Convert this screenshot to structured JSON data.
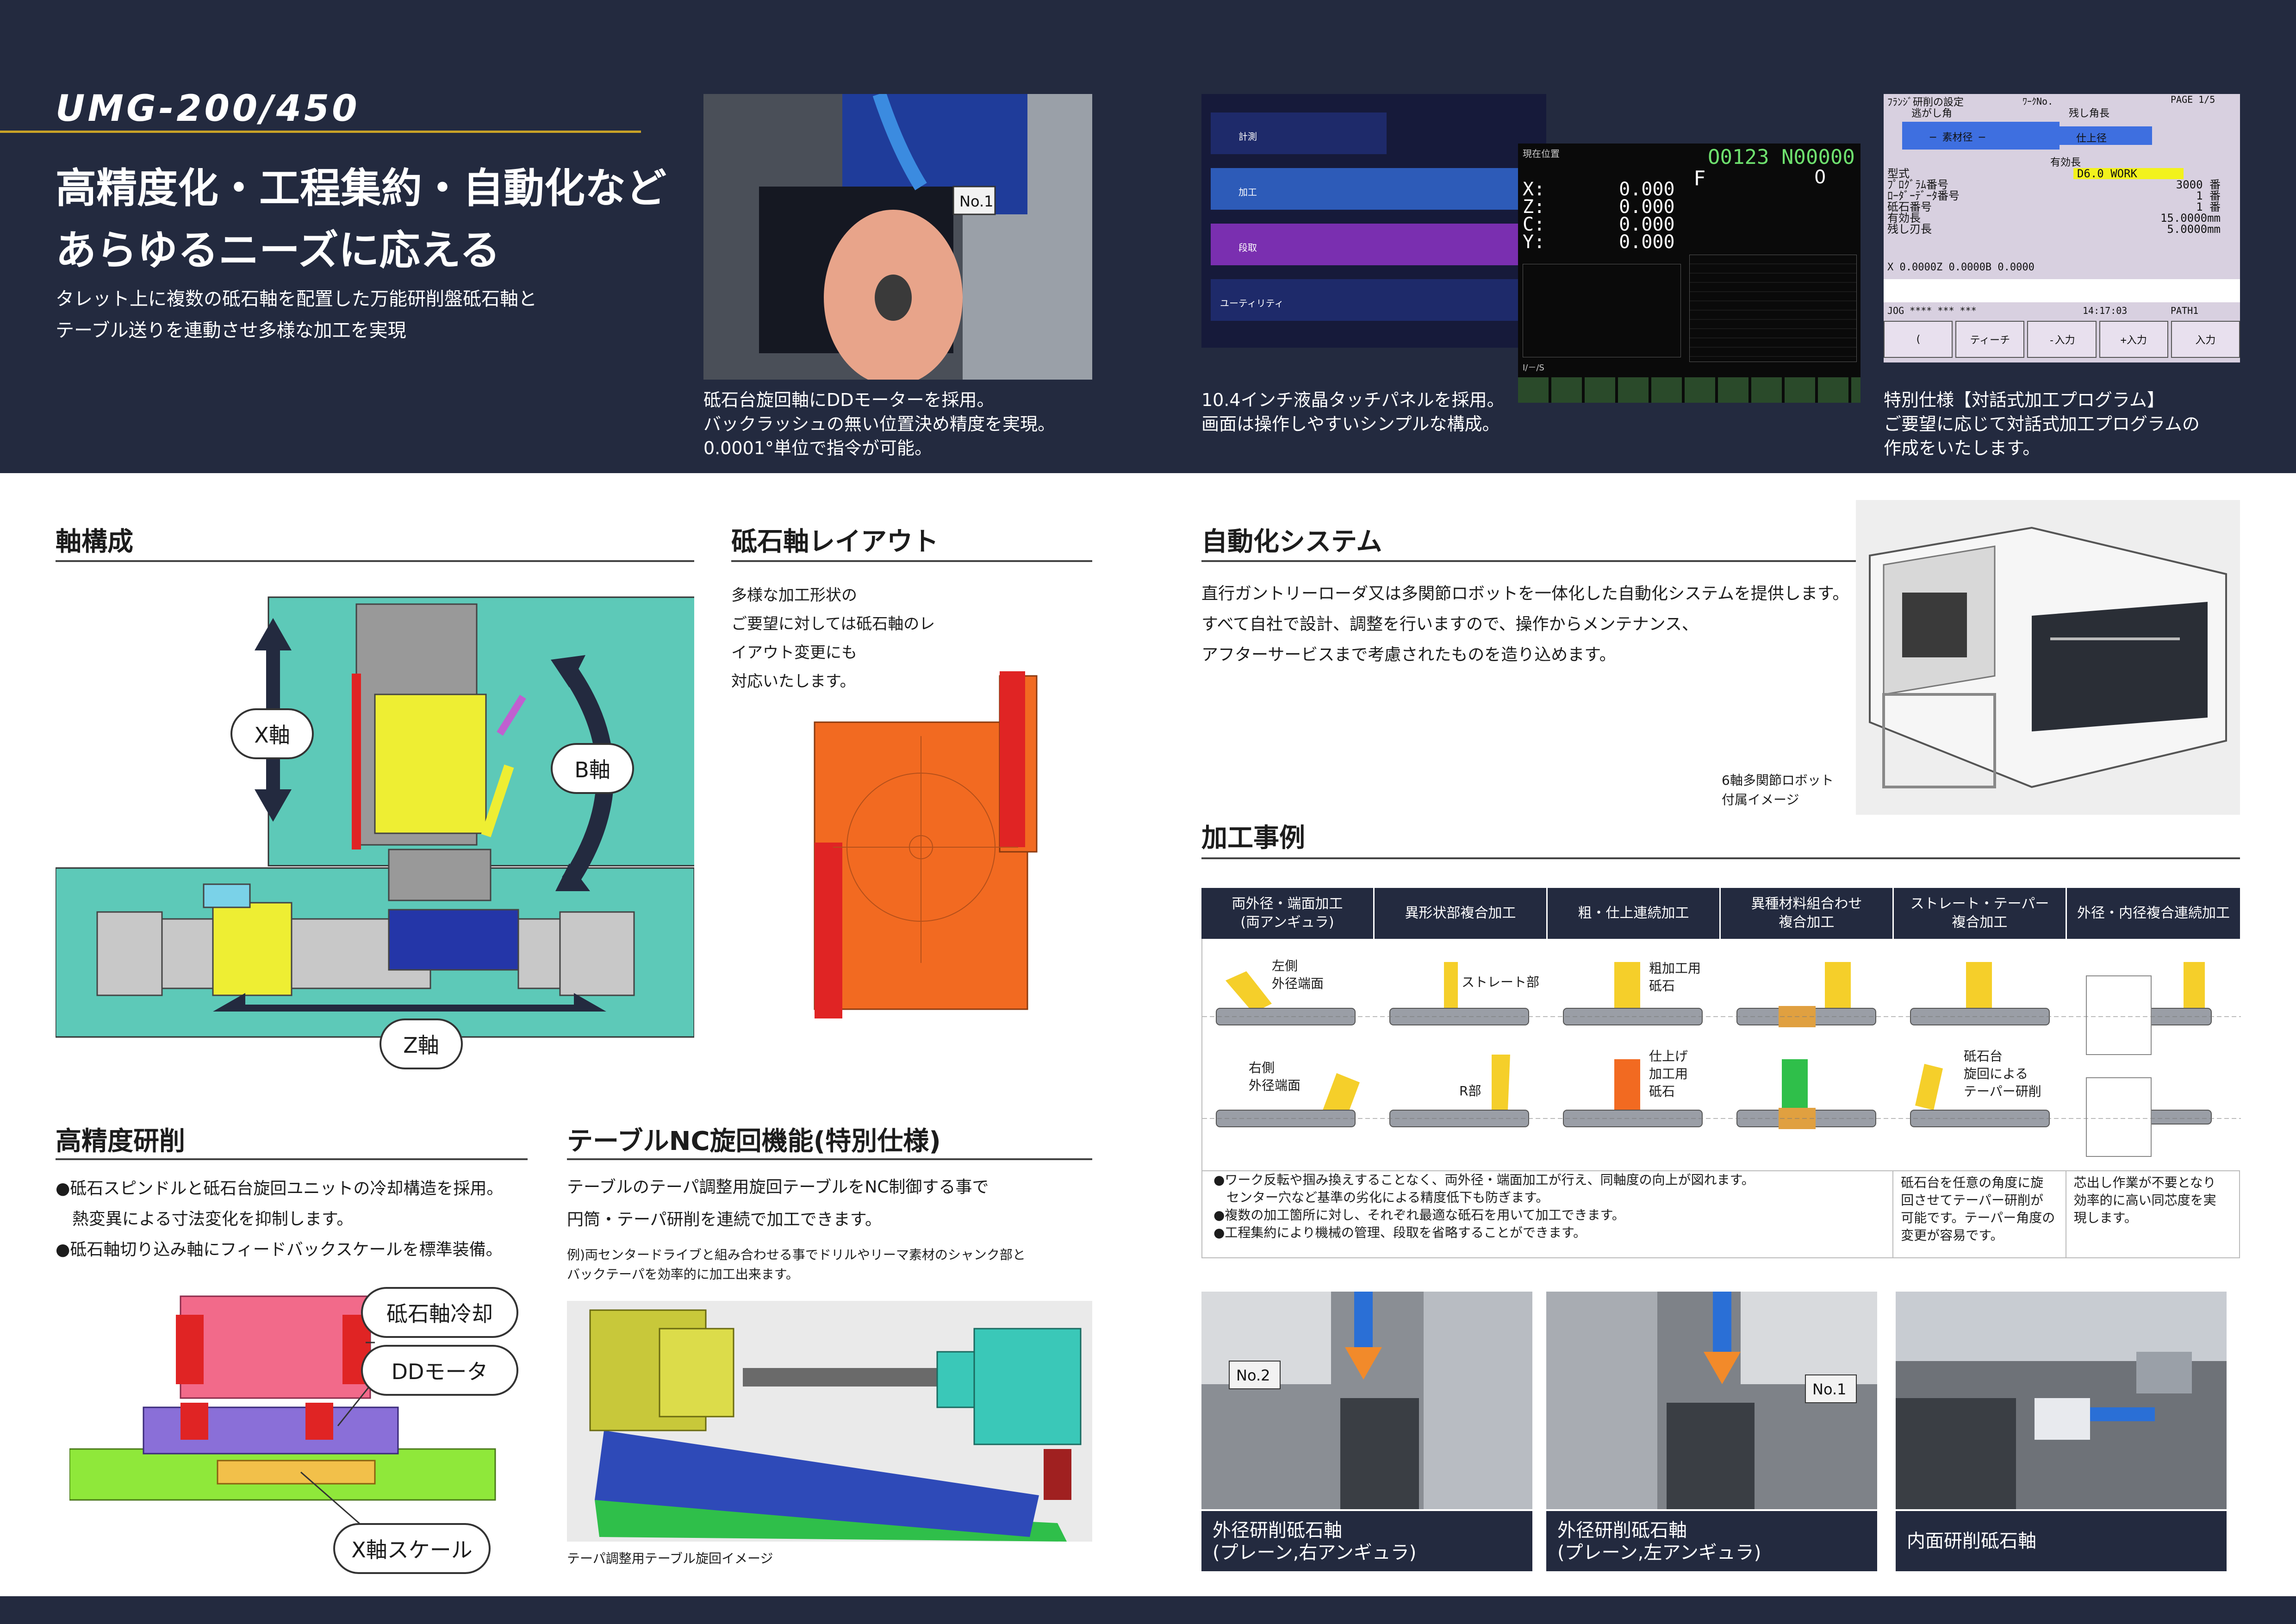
{
  "header": {
    "model": "UMG-200/450",
    "headline_1": "高精度化・工程集約・自動化など",
    "headline_2": "あらゆるニーズに応える",
    "sub_1": "タレット上に複数の砥石軸を配置した万能研削盤砥石軸と",
    "sub_2": "テーブル送りを連動させ多様な加工を実現",
    "photo1_label": "No.1",
    "cap1": [
      "砥石台旋回軸にDDモーターを採用。",
      "バックラッシュの無い位置決め精度を実現。",
      "0.0001°単位で指令が可能。"
    ],
    "cap2": [
      "10.4インチ液晶タッチパネルを採用。",
      "画面は操作しやすいシンプルな構成。"
    ],
    "cap3": [
      "特別仕様【対話式加工プログラム】",
      "ご要望に応じて対話式加工プログラムの",
      "作成をいたします。"
    ]
  },
  "screen2": {
    "menu": [
      "計測",
      "加工",
      "段取",
      "ユーティリティ"
    ],
    "code": "O0123 N00000",
    "feed_label": "F",
    "feed_value": "0",
    "axes": [
      "X:",
      "Z:",
      "C:",
      "Y:"
    ],
    "axis_value": "0.000",
    "panel_title": "現在位置",
    "status_line": "Ⅰ/－/S"
  },
  "screen3": {
    "title": "ﾌﾗﾝｼﾞ研削の設定",
    "work_no": "ﾜｰｸNo.",
    "page": "PAGE 1/5",
    "label_left": "逃がし角",
    "label_right": "残し角長",
    "bar_left": "─ 素材径 ─",
    "bar_right": "仕上径",
    "yuko": "有効長",
    "rows": [
      {
        "k": "型式",
        "v": "D6.0 WORK"
      },
      {
        "k": "ﾌﾟﾛｸﾞﾗﾑ番号",
        "v": "3000 番"
      },
      {
        "k": "ﾛｰﾀﾞｰﾃﾞｰﾀ番号",
        "v": "1 番"
      },
      {
        "k": "砥石番号",
        "v": "1 番"
      },
      {
        "k": "有効長",
        "v": "15.0000mm"
      },
      {
        "k": "残し刃長",
        "v": "5.0000mm"
      }
    ],
    "coords": "X  0.0000Z  0.0000B  0.0000",
    "status": "JOG  ****  ***  ***",
    "time": "14:17:03",
    "path": "PATH1",
    "buttons": [
      "(",
      "ティーチ",
      "-入力",
      "+入力",
      "入力"
    ]
  },
  "axis": {
    "title": "軸構成",
    "x_label": "X軸",
    "b_label": "B軸",
    "z_label": "Z軸"
  },
  "layout": {
    "title": "砥石軸レイアウト",
    "lines": [
      "多様な加工形状の",
      "ご要望に対しては砥石軸のレ",
      "イアウト変更にも",
      "対応いたします。"
    ]
  },
  "precision": {
    "title": "高精度研削",
    "lines": [
      "●砥石スピンドルと砥石台旋回ユニットの冷却構造を採用。",
      "　熱変異による寸法変化を抑制します。",
      "●砥石軸切り込み軸にフィードバックスケールを標準装備。"
    ],
    "label_cool": "砥石軸冷却",
    "label_dd": "DDモータ",
    "label_scale": "X軸スケール"
  },
  "table_nc": {
    "title": "テーブルNC旋回機能(特別仕様)",
    "lines": [
      "テーブルのテーパ調整用旋回テーブルをNC制御する事で",
      "円筒・テーパ研削を連続で加工できます。"
    ],
    "example": [
      "例)両センタードライブと組み合わせる事でドリルやリーマ素材のシャンク部と",
      "バックテーパを効率的に加工出来ます。"
    ],
    "caption": "テーパ調整用テーブル旋回イメージ"
  },
  "automation": {
    "title": "自動化システム",
    "lines": [
      "直行ガントリーローダ又は多関節ロボットを一体化した自動化システムを提供します。",
      "すべて自社で設計、調整を行いますので、操作からメンテナンス、",
      "アフターサービスまで考慮されたものを造り込めます。"
    ],
    "robot_caption": [
      "6軸多関節ロボット",
      "付属イメージ"
    ]
  },
  "cases": {
    "title": "加工事例",
    "headers": [
      [
        "両外径・端面加工",
        "(両アンギュラ)"
      ],
      [
        "異形状部複合加工"
      ],
      [
        "粗・仕上連続加工"
      ],
      [
        "異種材料組合わせ",
        "複合加工"
      ],
      [
        "ストレート・テーパー",
        "複合加工"
      ],
      [
        "外径・内径複合連続加工"
      ]
    ],
    "labels": {
      "c1_top": [
        "左側",
        "外径端面"
      ],
      "c1_bot": [
        "右側",
        "外径端面"
      ],
      "c2_top": [
        "ストレート部"
      ],
      "c2_bot": [
        "R部"
      ],
      "c3_top": [
        "粗加工用",
        "砥石"
      ],
      "c3_bot": [
        "仕上げ",
        "加工用",
        "砥石"
      ],
      "c5_bot": [
        "砥石台",
        "旋回による",
        "テーパー研削"
      ]
    },
    "note_main": [
      "●ワーク反転や掴み換えすることなく、両外径・端面加工が行え、同軸度の向上が図れます。",
      "　センター穴など基準の劣化による精度低下も防ぎます。",
      "●複数の加工箇所に対し、それぞれ最適な砥石を用いて加工できます。",
      "●工程集約により機械の管理、段取を省略することができます。"
    ],
    "note_taper": [
      "砥石台を任意の角度に旋",
      "回させてテーパー研削が",
      "可能です。テーパー角度の",
      "変更が容易です。"
    ],
    "note_inner": [
      "芯出し作業が不要となり",
      "効率的に高い同芯度を実",
      "現します。"
    ]
  },
  "photos": {
    "p1": [
      "外径研削砥石軸",
      "(プレーン,右アンギュラ)"
    ],
    "p1_tag": "No.2",
    "p2": [
      "外径研削砥石軸",
      "(プレーン,左アンギュラ)"
    ],
    "p2_tag": "No.1",
    "p3": [
      "内面研削砥石軸"
    ]
  },
  "colors": {
    "navy": "#232a3f",
    "teal": "#5dc9b8",
    "yellow": "#eeee33",
    "orange": "#f26a21",
    "red": "#e02424",
    "blue": "#2436a8",
    "green": "#8fe83a",
    "pink": "#f26a8a",
    "purple": "#8a6fd8"
  }
}
